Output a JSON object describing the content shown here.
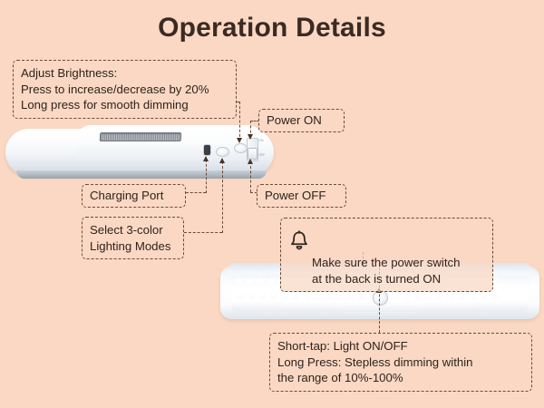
{
  "page": {
    "title": "Operation Details",
    "background_color": "#fad8c4",
    "text_color": "#2f231c",
    "dash_color": "#6b4a36"
  },
  "callouts": {
    "brightness": {
      "text": "Adjust Brightness:\nPress to increase/decrease by 20%\nLong press for smooth dimming"
    },
    "power_on": {
      "text": "Power ON"
    },
    "power_off": {
      "text": "Power OFF"
    },
    "charging_port": {
      "text": "Charging Port"
    },
    "lighting_modes": {
      "text": "Select 3-color\nLighting Modes"
    },
    "power_switch_notice": {
      "icon": "bell-icon",
      "text": "Make sure the power switch\nat the back is turned ON"
    },
    "tap_behavior": {
      "text": "Short-tap: Light ON/OFF\nLong Press: Stepless dimming within\nthe range of 10%-100%"
    }
  },
  "device_top": {
    "name": "lamp-back-view",
    "controls": {
      "charging_port": "usb-c-port",
      "mode_button": "color-mode-button",
      "brightness_button": "brightness-button",
      "power_switch": "slide-power-switch",
      "switch_label_on": "ON",
      "switch_label_off": "OFF"
    }
  },
  "device_bottom": {
    "name": "lamp-front-view",
    "led_count_top_row": 24,
    "led_count_bottom_row": 24,
    "center_button": "tap-button"
  }
}
